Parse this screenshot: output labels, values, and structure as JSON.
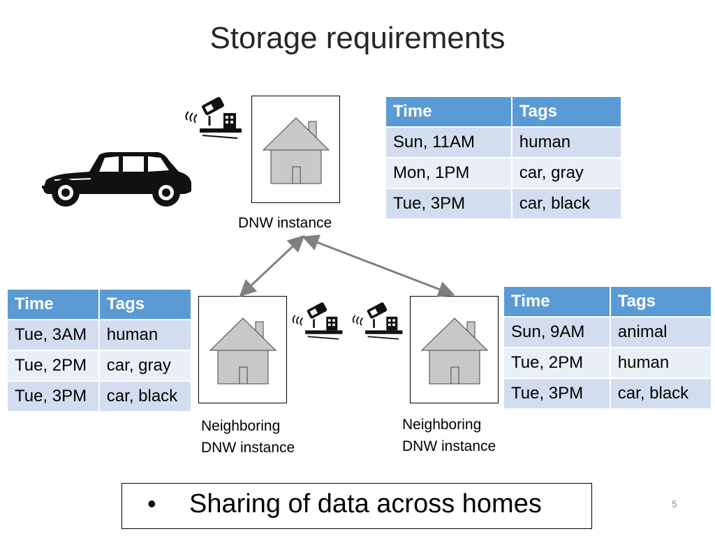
{
  "slide": {
    "title": "Storage requirements",
    "page_number": "5",
    "bullet": "Sharing of data across homes",
    "labels": {
      "dnw_instance": "DNW instance",
      "neighbor_left_line1": "Neighboring",
      "neighbor_left_line2": "DNW instance",
      "neighbor_right_line1": "Neighboring",
      "neighbor_right_line2": "DNW instance"
    },
    "tables": {
      "top": {
        "headers": [
          "Time",
          "Tags"
        ],
        "rows": [
          [
            "Sun, 11AM",
            "human"
          ],
          [
            "Mon, 1PM",
            "car, gray"
          ],
          [
            "Tue, 3PM",
            "car, black"
          ]
        ]
      },
      "left": {
        "headers": [
          "Time",
          "Tags"
        ],
        "rows": [
          [
            "Tue, 3AM",
            "human"
          ],
          [
            "Tue, 2PM",
            "car, gray"
          ],
          [
            "Tue, 3PM",
            "car, black"
          ]
        ]
      },
      "right": {
        "headers": [
          "Time",
          "Tags"
        ],
        "rows": [
          [
            "Sun, 9AM",
            "animal"
          ],
          [
            "Tue, 2PM",
            "human"
          ],
          [
            "Tue, 3PM",
            "car, black"
          ]
        ]
      }
    },
    "colors": {
      "header_bg": "#5b9bd5",
      "row_odd": "#d2deef",
      "row_even": "#eaeff7",
      "house_fill": "#c8c8c8",
      "arrow": "#808080"
    },
    "icons": [
      "car-icon",
      "security-camera-icon",
      "house-icon"
    ]
  }
}
